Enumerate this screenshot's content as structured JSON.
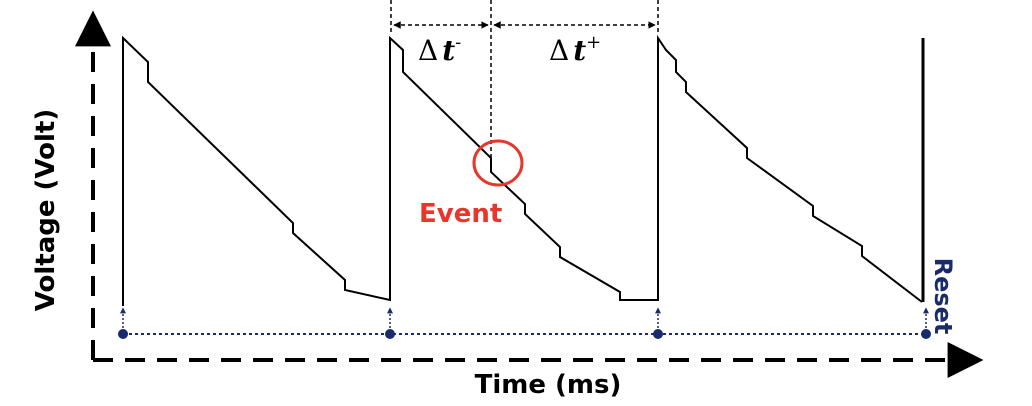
{
  "axes": {
    "xlabel": "Time (ms)",
    "ylabel": "Voltage (Volt)"
  },
  "annotations": {
    "event": "Event",
    "reset": "Reset",
    "delta_symbol": "Δ",
    "t_symbol": "t",
    "minus_superscript": "-",
    "plus_superscript": "+"
  },
  "colors": {
    "trace": "#000000",
    "event": "#e8362b",
    "reset": "#1a2b6b",
    "axis": "#000000"
  },
  "icons": [
    "reset-dot-icon",
    "reset-arrow-icon",
    "axis-arrow-icon"
  ]
}
